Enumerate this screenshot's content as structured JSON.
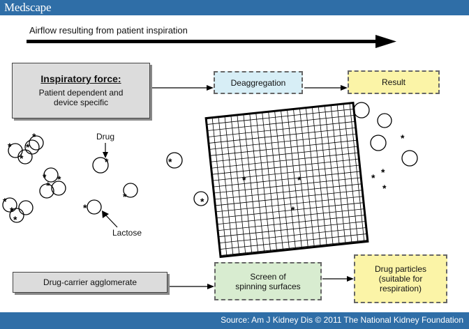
{
  "header": {
    "brand": "Medscape"
  },
  "diagram": {
    "airflow_label": "Airflow resulting from patient inspiration",
    "inspiratory_force": {
      "title": "Inspiratory force:",
      "line1": "Patient dependent and",
      "line2": "device specific"
    },
    "deaggregation": "Deaggregation",
    "result": "Result",
    "drug_label": "Drug",
    "lactose_label": "Lactose",
    "agglomerate": "Drug-carrier agglomerate",
    "screen": {
      "line1": "Screen of",
      "line2": "spinning surfaces"
    },
    "drug_particles": {
      "line1": "Drug particles",
      "line2": "(suitable for",
      "line3": "respiration)"
    },
    "drug_marker": "*"
  },
  "footer": {
    "source": "Source: Am J Kidney Dis © 2011 The National Kidney Foundation"
  }
}
